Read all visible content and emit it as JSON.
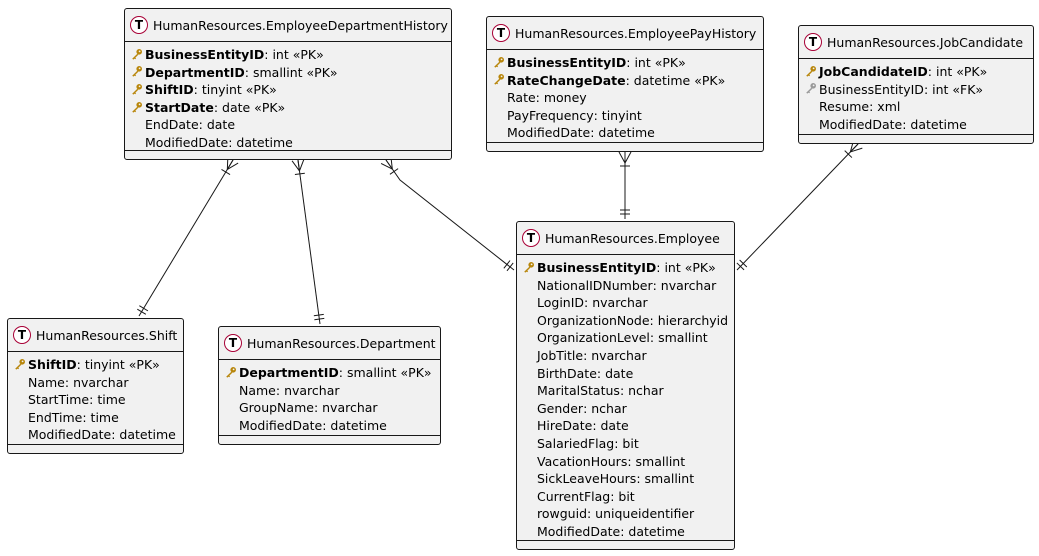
{
  "entities": {
    "edh": {
      "title": "HumanResources.EmployeeDepartmentHistory",
      "attrs": [
        {
          "name": "BusinessEntityID",
          "type": ": int «PK»",
          "key": "pk"
        },
        {
          "name": "DepartmentID",
          "type": ": smallint «PK»",
          "key": "pk"
        },
        {
          "name": "ShiftID",
          "type": ": tinyint «PK»",
          "key": "pk"
        },
        {
          "name": "StartDate",
          "type": ": date «PK»",
          "key": "pk"
        },
        {
          "name": "EndDate",
          "type": ": date",
          "key": ""
        },
        {
          "name": "ModifiedDate",
          "type": ": datetime",
          "key": ""
        }
      ]
    },
    "eph": {
      "title": "HumanResources.EmployeePayHistory",
      "attrs": [
        {
          "name": "BusinessEntityID",
          "type": ": int «PK»",
          "key": "pk"
        },
        {
          "name": "RateChangeDate",
          "type": ": datetime «PK»",
          "key": "pk"
        },
        {
          "name": "Rate",
          "type": ": money",
          "key": ""
        },
        {
          "name": "PayFrequency",
          "type": ": tinyint",
          "key": ""
        },
        {
          "name": "ModifiedDate",
          "type": ": datetime",
          "key": ""
        }
      ]
    },
    "jc": {
      "title": "HumanResources.JobCandidate",
      "attrs": [
        {
          "name": "JobCandidateID",
          "type": ": int «PK»",
          "key": "pk"
        },
        {
          "name": "BusinessEntityID",
          "type": ": int «FK»",
          "key": "fk"
        },
        {
          "name": "Resume",
          "type": ": xml",
          "key": ""
        },
        {
          "name": "ModifiedDate",
          "type": ": datetime",
          "key": ""
        }
      ]
    },
    "emp": {
      "title": "HumanResources.Employee",
      "attrs": [
        {
          "name": "BusinessEntityID",
          "type": ": int «PK»",
          "key": "pk"
        },
        {
          "name": "NationalIDNumber",
          "type": ": nvarchar",
          "key": ""
        },
        {
          "name": "LoginID",
          "type": ": nvarchar",
          "key": ""
        },
        {
          "name": "OrganizationNode",
          "type": ": hierarchyid",
          "key": ""
        },
        {
          "name": "OrganizationLevel",
          "type": ": smallint",
          "key": ""
        },
        {
          "name": "JobTitle",
          "type": ": nvarchar",
          "key": ""
        },
        {
          "name": "BirthDate",
          "type": ": date",
          "key": ""
        },
        {
          "name": "MaritalStatus",
          "type": ": nchar",
          "key": ""
        },
        {
          "name": "Gender",
          "type": ": nchar",
          "key": ""
        },
        {
          "name": "HireDate",
          "type": ": date",
          "key": ""
        },
        {
          "name": "SalariedFlag",
          "type": ": bit",
          "key": ""
        },
        {
          "name": "VacationHours",
          "type": ": smallint",
          "key": ""
        },
        {
          "name": "SickLeaveHours",
          "type": ": smallint",
          "key": ""
        },
        {
          "name": "CurrentFlag",
          "type": ": bit",
          "key": ""
        },
        {
          "name": "rowguid",
          "type": ": uniqueidentifier",
          "key": ""
        },
        {
          "name": "ModifiedDate",
          "type": ": datetime",
          "key": ""
        }
      ]
    },
    "shift": {
      "title": "HumanResources.Shift",
      "attrs": [
        {
          "name": "ShiftID",
          "type": ": tinyint «PK»",
          "key": "pk"
        },
        {
          "name": "Name",
          "type": ": nvarchar",
          "key": ""
        },
        {
          "name": "StartTime",
          "type": ": time",
          "key": ""
        },
        {
          "name": "EndTime",
          "type": ": time",
          "key": ""
        },
        {
          "name": "ModifiedDate",
          "type": ": datetime",
          "key": ""
        }
      ]
    },
    "dept": {
      "title": "HumanResources.Department",
      "attrs": [
        {
          "name": "DepartmentID",
          "type": ": smallint «PK»",
          "key": "pk"
        },
        {
          "name": "Name",
          "type": ": nvarchar",
          "key": ""
        },
        {
          "name": "GroupName",
          "type": ": nvarchar",
          "key": ""
        },
        {
          "name": "ModifiedDate",
          "type": ": datetime",
          "key": ""
        }
      ]
    }
  },
  "icons": {
    "table": "table-T-icon",
    "pk": "key-icon",
    "fk": "key-icon"
  },
  "icon_letter": "T",
  "colors": {
    "entity_fill": "#f1f1f1",
    "border": "#181818",
    "icon_ring": "#a80036",
    "pk_key": "#b8860b",
    "fk_key": "#9a9a9a"
  },
  "relationships": [
    {
      "from": "edh",
      "to": "shift",
      "from_card": "many",
      "to_card": "one"
    },
    {
      "from": "edh",
      "to": "dept",
      "from_card": "many",
      "to_card": "one"
    },
    {
      "from": "edh",
      "to": "emp",
      "from_card": "many",
      "to_card": "one"
    },
    {
      "from": "eph",
      "to": "emp",
      "from_card": "many",
      "to_card": "one"
    },
    {
      "from": "jc",
      "to": "emp",
      "from_card": "many",
      "to_card": "one"
    }
  ]
}
